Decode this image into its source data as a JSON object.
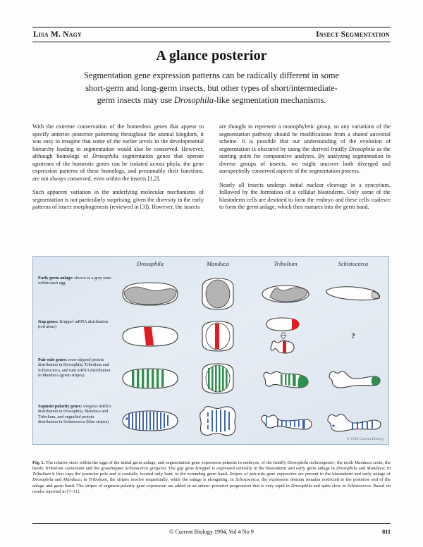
{
  "running_head": {
    "left": "Lisa M. Nagy",
    "right": "Insect Segmentation"
  },
  "article": {
    "title": "A glance posterior",
    "standfirst_line1": "Segmentation gene expression patterns can be radically different in some",
    "standfirst_line2": "short-germ and long-germ insects, but other types of short/intermediate-",
    "standfirst_line3a": "germ insects may use ",
    "standfirst_italic": "Drosophila",
    "standfirst_line3b": "-like segmentation mechanisms."
  },
  "body": {
    "left_p1_a": "With the extreme conservation of the homeobox genes that appear to specify anterior–posterior patterning throughout the animal kingdom, it was easy to imagine that some of the earlier levels in the developmental hierarchy leading to segmentation would also be conserved. However, although homologs of ",
    "left_p1_italic": "Drosophila",
    "left_p1_b": " segmentation genes that operate upstream of the homeotic genes can be isolated across phyla, the gene expression patterns of these homologs, and presumably their functions, are not always conserved, even within the insects [1,2].",
    "left_p2": "Such apparent variation in the underlying molecular mechanisms of segmentation is not particularly surprising, given the diversity in the early patterns of insect morphogenesis (reviewed in [3]). However, the insects",
    "right_p1_a": "are thought to represent a monophyletic group, so any variations of the segmentation pathway should be modifications from a shared ancestral scheme. It is possible that our understanding of the evolution of segmentation is obscured by using the derived fruitfly ",
    "right_p1_italic": "Drosophila",
    "right_p1_b": " as the starting point for comparative analyses. By analyzing segmentation in diverse groups of insects, we might uncover both diverged and unexpectedly conserved aspects of the segmentation process.",
    "right_p2": "Nearly all insects undergo initial nuclear cleavage in a syncytium, followed by the formation of a cellular blastoderm. Only some of the blastoderm cells are destined to form the embryo and these cells coalesce to form the germ anlage, which then matures into the germ band."
  },
  "figure": {
    "column_headers": [
      "Drosophila",
      "Manduca",
      "Tribolium",
      "Schistocerca"
    ],
    "row_labels": [
      {
        "title": "Early germ anlage:",
        "desc_a": "shown as a grey zone within each egg",
        "desc_italic": "",
        "desc_b": ""
      },
      {
        "title": "Gap genes:",
        "desc_a": "",
        "desc_italic": "Krüppel",
        "desc_b": " mRNA distribution (red areas)"
      },
      {
        "title": "Pair-rule genes:",
        "desc_a": "",
        "desc_italic": "even-skipped",
        "desc_b": " protein distribution in Drosophila, Tribolium and Schistocerca, and runt mRNA distribution in Manduca (green stripes)"
      },
      {
        "title": "Segment polarity genes:",
        "desc_a": "",
        "desc_italic": "wingless",
        "desc_b": " mRNA distribution in Drosophila, Manduca and Tribolium, and engrailed protein distribution in Schistocerca (blue stripes)"
      }
    ],
    "unknown_marker": "?",
    "credit": "© 1994 Current Biology",
    "colors": {
      "panel_background": "#dde5ef",
      "anlage_grey": "#b3b3b3",
      "gap_red": "#e01b22",
      "pair_rule_green": "#2f8f4e",
      "segment_polarity_blue": "#3b62b5",
      "outline": "#3a3a3a"
    }
  },
  "caption": {
    "label": "Fig. 1.",
    "t1": " The relative sizes within the eggs of the initial germ anlage, and segmentation gene expression patterns in embryos, of the fruitfly ",
    "i1": "Drosophila melanogaster",
    "t2": ", the moth ",
    "i2": "Manduca sexta",
    "t3": ", the beetle ",
    "i3": "Tribolium castaneum",
    "t4": " and the grasshopper ",
    "i4": "Schistocerca gregaria",
    "t5": ". The gap gene ",
    "i5": "Krüppel",
    "t6": " is expressed centrally in the blastoderm and early germ anlage in ",
    "i6": "Drosophila",
    "t7": " and ",
    "i7": "Manduca",
    "t8": "; in ",
    "i8": "Tribolium",
    "t9": " it first caps the posterior pole and is centrally located only later, in the extending germ band. Stripes of pair-rule gene expression are present in the blastoderm and early anlage of ",
    "i9": "Drosophila",
    "t10": " and ",
    "i10": "Manduca",
    "t11": "; in ",
    "i11": "Tribolium",
    "t12": ", the stripes resolve sequentially, while the anlage is elongating; in ",
    "i12": "Schistocerca",
    "t13": ", the expression domain remains restricted to the posterior end of the anlage and germ band. The stripes of segment-polarity gene expression are added in an antero–posterior progression that is very rapid in ",
    "i13": "Drosophila",
    "t14": " and quite slow in ",
    "i14": "Schistocerca",
    "t15": ". Based on results reported in [7–11]."
  },
  "footer": {
    "text": "© Current Biology 1994, Vol 4 No 9",
    "page_number": "811"
  }
}
